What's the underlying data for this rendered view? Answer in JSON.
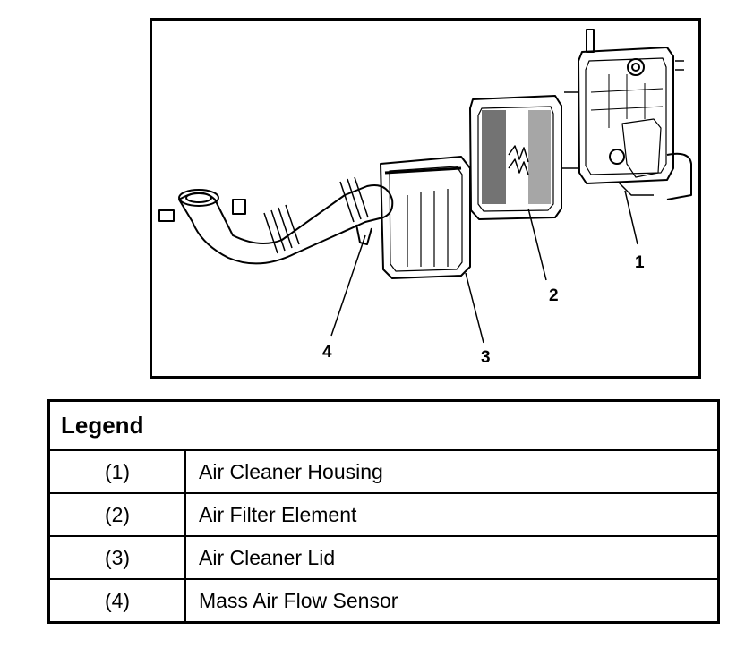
{
  "figure": {
    "callouts": [
      "1",
      "2",
      "3",
      "4"
    ]
  },
  "legend": {
    "title": "Legend",
    "rows": [
      {
        "num": "(1)",
        "desc": "Air Cleaner Housing"
      },
      {
        "num": "(2)",
        "desc": "Air Filter Element"
      },
      {
        "num": "(3)",
        "desc": "Air Cleaner Lid"
      },
      {
        "num": "(4)",
        "desc": "Mass Air Flow Sensor"
      }
    ]
  }
}
